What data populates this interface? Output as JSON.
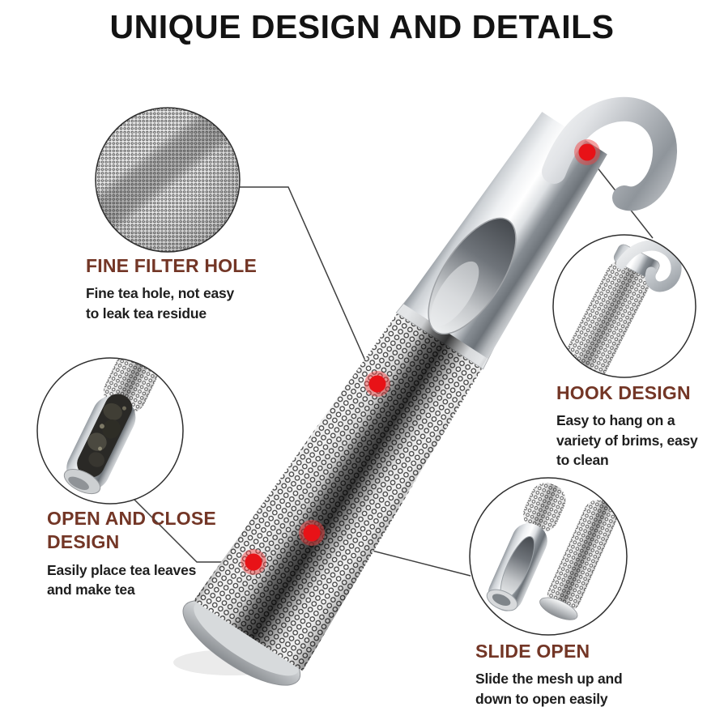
{
  "title": "UNIQUE DESIGN AND DETAILS",
  "callouts": [
    {
      "id": "fine-filter",
      "heading": "FINE FILTER HOLE",
      "body": "Fine tea hole, not easy\nto leak tea residue"
    },
    {
      "id": "hook",
      "heading": "HOOK DESIGN",
      "body": "Easy to hang on a\nvariety of brims, easy\nto clean"
    },
    {
      "id": "open-close",
      "heading": "OPEN AND CLOSE\nDESIGN",
      "body": "Easily place tea leaves\nand make tea"
    },
    {
      "id": "slide-open",
      "heading": "SLIDE OPEN",
      "body": "Slide the mesh up and\ndown to open easily"
    }
  ],
  "illustration": {
    "markers": [
      "hook-marker",
      "fine-filter-marker",
      "slide-open-marker",
      "open-close-marker"
    ],
    "insets": [
      "fine-mesh-closeup",
      "open-tube-with-tea-leaves",
      "hook-closeup",
      "slide-apart-closeup"
    ]
  },
  "colors": {
    "title_text": "#131313",
    "heading_text": "#733626",
    "body_text": "#1e1e1e",
    "marker_red": "#e81217",
    "marker_halo": "#ee4444",
    "leader_line": "#3f3f3f",
    "steel_light": "#f2f3f5",
    "steel_dark": "#70767c"
  }
}
